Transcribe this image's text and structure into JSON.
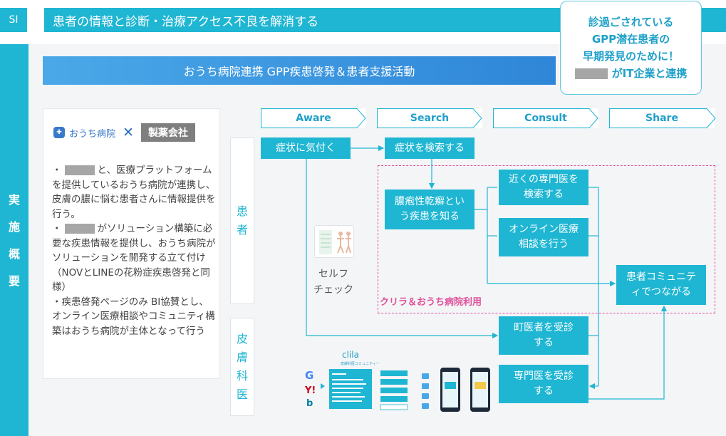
{
  "header": {
    "tag": "SI",
    "title": "患者の情報と診断・治療アクセス不良を解消する"
  },
  "callout": {
    "line1": "診過ごされている",
    "line2": "GPP潜在患者の",
    "line3": "早期発見のために！",
    "line4": "がIT企業と連携"
  },
  "section": {
    "label": "実施概要"
  },
  "banner": {
    "text": "おうち病院連携 GPP疾患啓発＆患者支援活動"
  },
  "partners": {
    "hospital": "おうち病院",
    "cross": "✕",
    "maker": "製薬会社"
  },
  "bullets": {
    "b1_pre": "・",
    "b1_post": "と、医療プラットフォームを提供しているおうち病院が連携し、皮膚の膿に悩む患者さんに情報提供を行う。",
    "b2_pre": "・",
    "b2_post": "がソリューション構築に必要な疾患情報を提供し、おうち病院がソリューションを開発する立て付け（NOVとLINEの花粉症疾患啓発と同様）",
    "b3": "・疾患啓発ページのみ BI協賛とし、オンライン医療相談やコミュニティ構築はおうち病院が主体となって行う"
  },
  "stages": [
    "Aware",
    "Search",
    "Consult",
    "Share"
  ],
  "actors": {
    "patient": [
      "患",
      "者"
    ],
    "derm": [
      "皮",
      "膚",
      "科",
      "医"
    ]
  },
  "nodes": {
    "notice": "症状に気付く",
    "search": "症状を検索する",
    "learn": "膿疱性乾癬という疾患を知る",
    "nearby": "近くの専門医を検索する",
    "online": "オンライン医療相談を行う",
    "community": "患者コミュニティでつながる",
    "town": "町医者を受診する",
    "specialist": "専門医を受診する"
  },
  "self_check": {
    "line1": "セルフ",
    "line2": "チェック"
  },
  "dash_label": "クリラ＆おうち病院利用",
  "screens": {
    "brand": "clila",
    "tagline": "皮膚科医コミュニティー"
  },
  "colors": {
    "accent": "#1fb6d3",
    "banner": "#3b97e0",
    "dash": "#e0509a",
    "redaction": "#a6a6a6"
  }
}
